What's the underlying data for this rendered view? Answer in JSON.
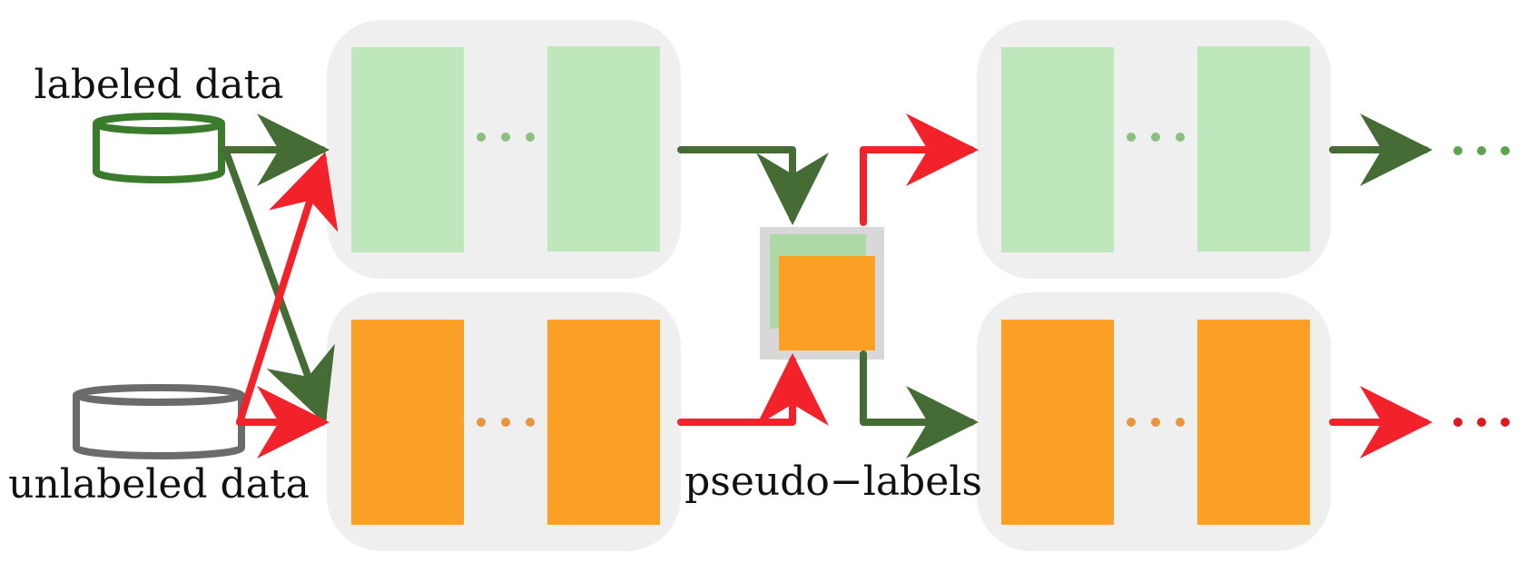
{
  "labels": {
    "labeled_data": "labeled data",
    "unlabeled_data": "unlabeled data",
    "pseudo_labels": "pseudo−labels"
  },
  "colors": {
    "panel_bg": "#efefef",
    "labeled_block": "#bee8bb",
    "unlabeled_block": "#fba025",
    "green_arrow": "#466c36",
    "red_arrow": "#f2222a",
    "labeled_db": "#3a7b2c",
    "unlabeled_db": "#6b6b6b",
    "merge_box": "#d8d8d8",
    "green_dots": "#8cc07e",
    "orange_dots": "#e8953e",
    "red_dots": "#e0191f",
    "dark_green_dots": "#5fa252"
  },
  "icons": {
    "labeled_data": "database-cylinder-icon",
    "unlabeled_data": "database-cylinder-icon",
    "ellipsis": "ellipsis-dots"
  }
}
